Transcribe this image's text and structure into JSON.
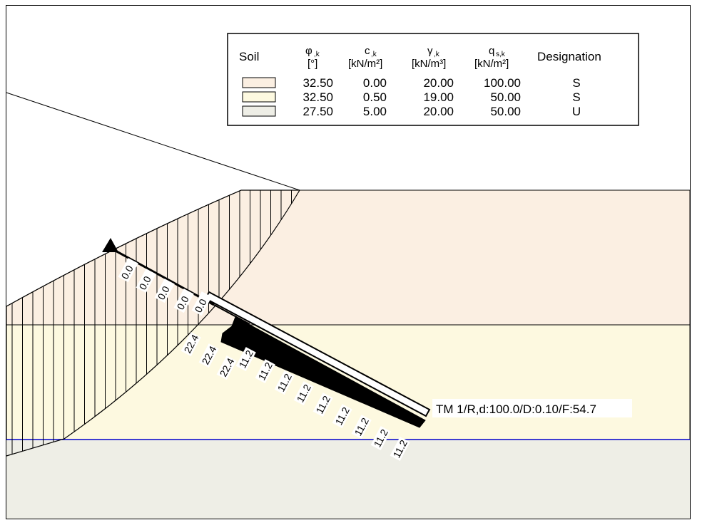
{
  "legend": {
    "col_soil": "Soil",
    "col_phi_sym": "φ",
    "col_phi_sub": ",k",
    "col_phi_unit": "[°]",
    "col_c_sym": "c",
    "col_c_sub": ",k",
    "col_c_unit": "[kN/m²]",
    "col_gamma_sym": "γ",
    "col_gamma_sub": ",k",
    "col_gamma_unit": "[kN/m³]",
    "col_q_sym": "q",
    "col_q_sub": "s,k",
    "col_q_unit": "[kN/m²]",
    "col_designation": "Designation",
    "rows": [
      {
        "color": "#fbefe2",
        "phi": "32.50",
        "c": "0.00",
        "gamma": "20.00",
        "qs": "100.00",
        "designation": "S"
      },
      {
        "color": "#fdf9e0",
        "phi": "32.50",
        "c": "0.50",
        "gamma": "19.00",
        "qs": "50.00",
        "designation": "S"
      },
      {
        "color": "#eeeee6",
        "phi": "27.50",
        "c": "5.00",
        "gamma": "20.00",
        "qs": "50.00",
        "designation": "U"
      }
    ]
  },
  "soil_layers": [
    {
      "name": "layer-1",
      "color": "#fbefe2"
    },
    {
      "name": "layer-2",
      "color": "#fdf9e0"
    },
    {
      "name": "layer-3",
      "color": "#eeeee6"
    }
  ],
  "groundwater_color": "#0000cc",
  "anchor_label": "TM  1/R,d:100.0/D:0.10/F:54.7",
  "force_labels": [
    "0.0",
    "0.0",
    "0.0",
    "0.0",
    "0.0",
    "22.4",
    "22.4",
    "22.4",
    "11.2",
    "11.2",
    "11.2",
    "11.2",
    "11.2",
    "11.2",
    "11.2",
    "11.2",
    "11.2"
  ]
}
